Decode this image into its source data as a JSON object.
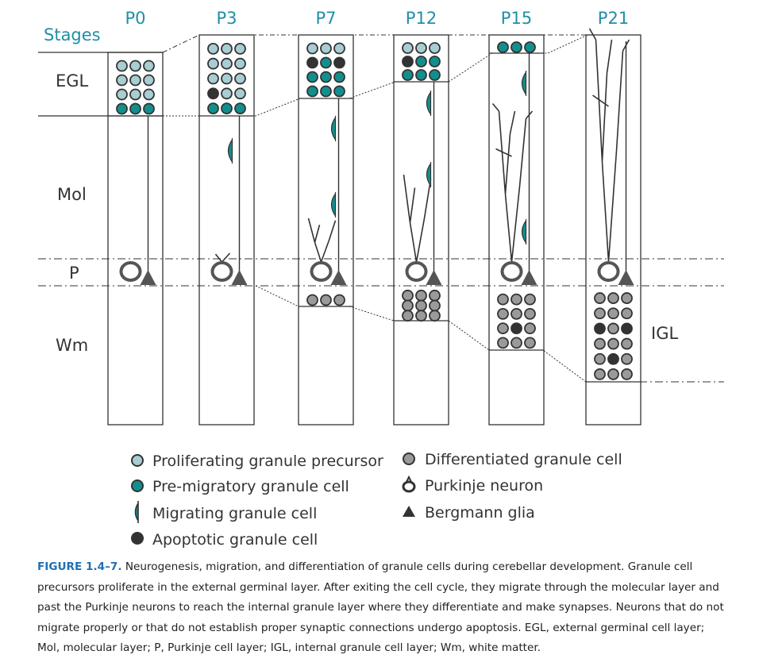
{
  "stages_title": "Stages",
  "stages": [
    "P0",
    "P3",
    "P7",
    "P12",
    "P15",
    "P21"
  ],
  "layers": {
    "egl": "EGL",
    "mol": "Mol",
    "p": "P",
    "wm": "Wm",
    "igl": "IGL"
  },
  "legend": {
    "proliferating": "Proliferating granule precursor",
    "premigratory": "Pre-migratory granule cell",
    "migrating": "Migrating granule cell",
    "apoptotic": "Apoptotic granule cell",
    "differentiated": "Differentiated granule cell",
    "purkinje": "Purkinje neuron",
    "bergmann": "Bergmann glia"
  },
  "colors": {
    "stage_label": "#1f8fa6",
    "proliferating": "#a8cdd3",
    "premigratory": "#128f8d",
    "apoptotic": "#333333",
    "differentiated": "#9a9a9a",
    "outline": "#333333",
    "caption_label": "#1f6fb5"
  },
  "caption": {
    "label": "FIGURE 1.4–7.",
    "text": "Neurogenesis, migration, and differentiation of granule cells during cerebellar development. Granule cell precursors proliferate in the external germinal layer. After exiting the cell cycle, they migrate through the molecular layer and past the Purkinje neurons to reach the internal granule layer where they differentiate and make synapses. Neurons that do not migrate properly or that do not establish proper synaptic connections undergo apoptosis. EGL, external germinal cell layer; Mol, molecular layer; P, Purkinje cell layer; IGL, internal granule cell layer; Wm, white matter."
  }
}
